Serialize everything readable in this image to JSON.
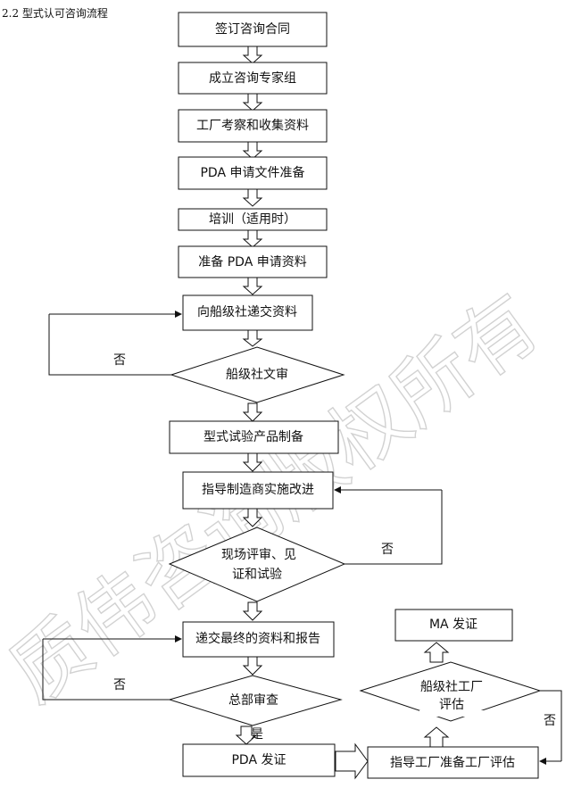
{
  "title": "2.2 型式认可咨询流程",
  "watermark": "质伟咨询版权所有",
  "steps": {
    "s1": "签订咨询合同",
    "s2": "成立咨询专家组",
    "s3": "工厂考察和收集资料",
    "s4": "PDA 申请文件准备",
    "s5": "培训（适用时）",
    "s6": "准备 PDA 申请资料",
    "s7": "向船级社递交资料",
    "s9": "型式试验产品制备",
    "s10": "指导制造商实施改进",
    "s12": "递交最终的资料和报告",
    "s14": "PDA 发证",
    "s15": "指导工厂准备工厂评估",
    "s17": "MA 发证"
  },
  "decisions": {
    "d1": "船级社文审",
    "d2_line1": "现场评审、见",
    "d2_line2": "证和试验",
    "d3": "总部审查",
    "d4_line1": "船级社工厂",
    "d4_line2": "评估"
  },
  "labels": {
    "no1": "否",
    "no2": "否",
    "no3": "否",
    "no4": "否",
    "yes": "是"
  }
}
